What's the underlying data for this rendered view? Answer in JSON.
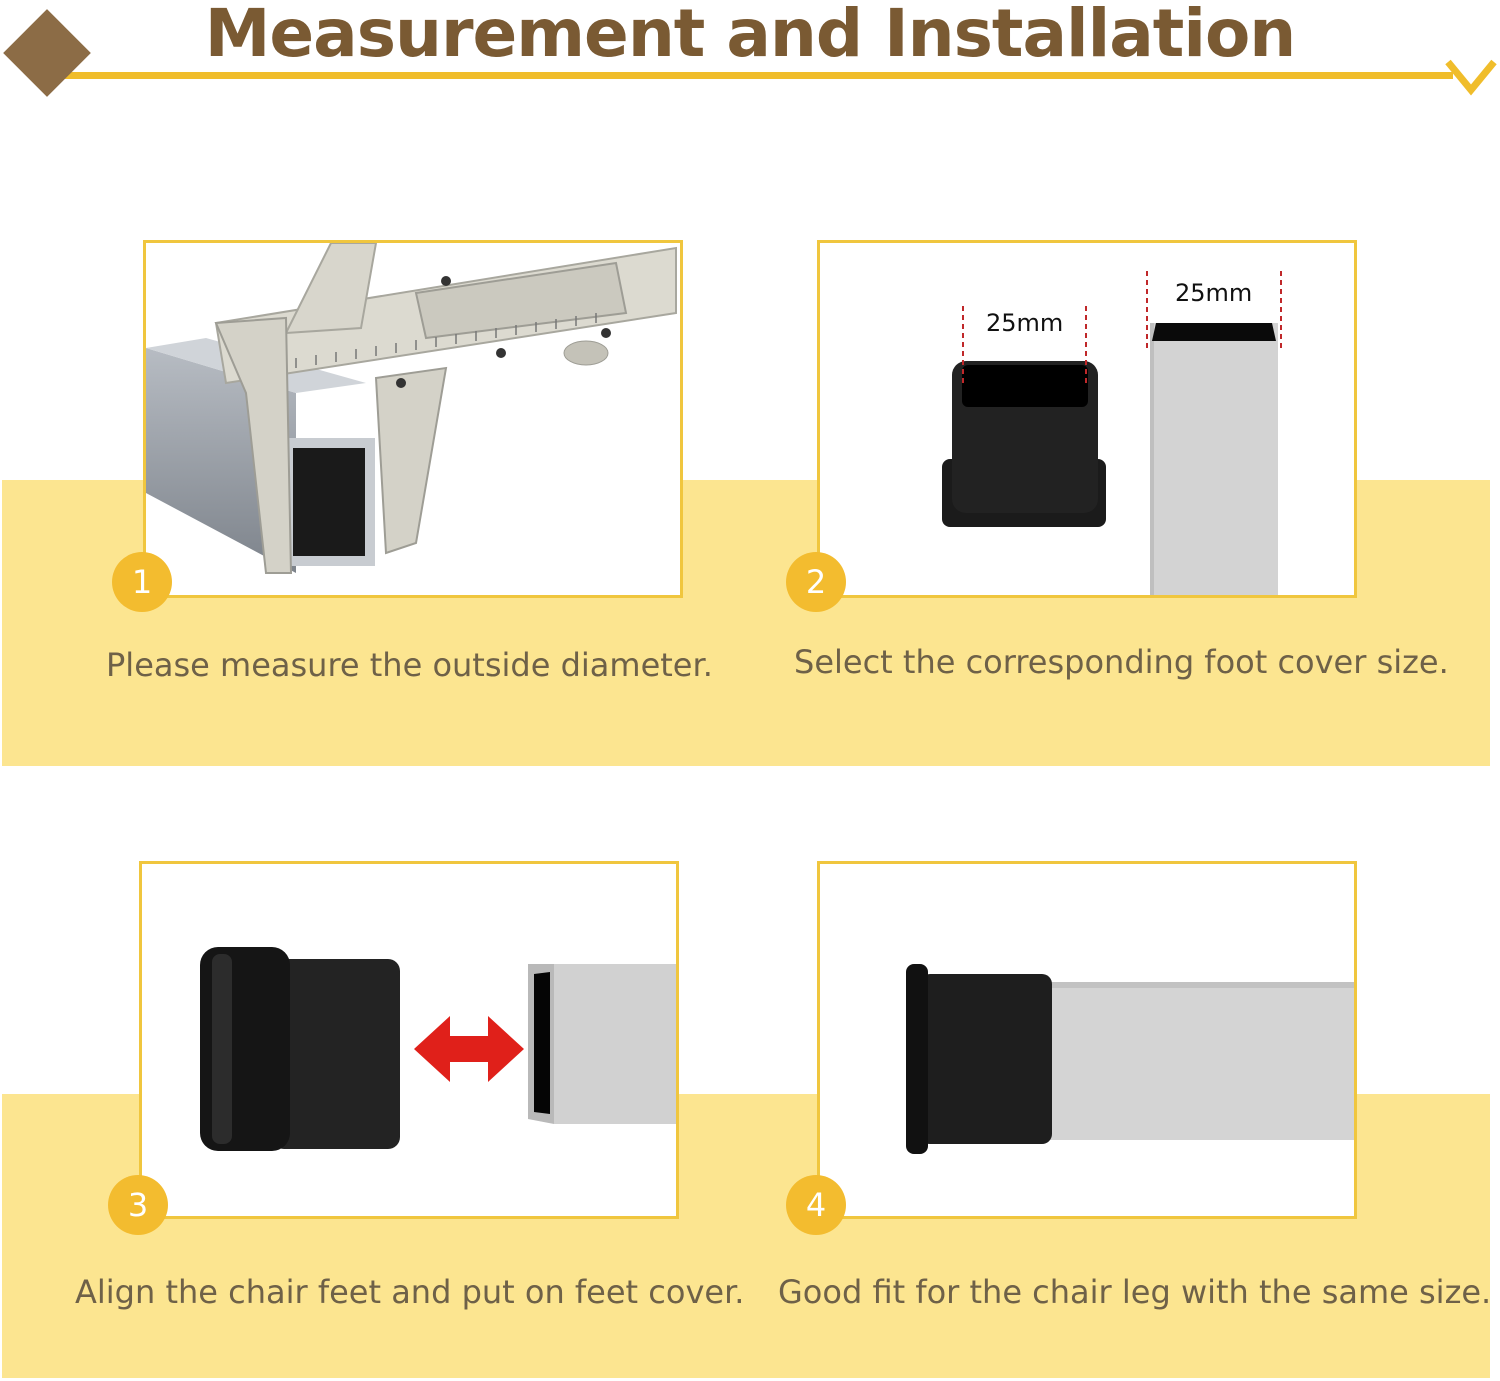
{
  "header": {
    "title": "Measurement and Installation"
  },
  "steps": [
    {
      "number": "1",
      "caption": "Please measure the outside diameter."
    },
    {
      "number": "2",
      "caption": "Select the corresponding foot cover size.",
      "cover_size": "25mm",
      "tube_size": "25mm"
    },
    {
      "number": "3",
      "caption": "Align the chair feet and put on feet cover."
    },
    {
      "number": "4",
      "caption": "Good fit for the chair leg with the same size."
    }
  ],
  "colors": {
    "accent_yellow": "#f0bd2b",
    "band_yellow": "#fce590",
    "title_brown": "#7a5a33",
    "arrow_red": "#e0201a"
  },
  "icons": [
    "diamond-icon",
    "chevron-down-icon",
    "caliper-icon",
    "double-arrow-icon"
  ]
}
